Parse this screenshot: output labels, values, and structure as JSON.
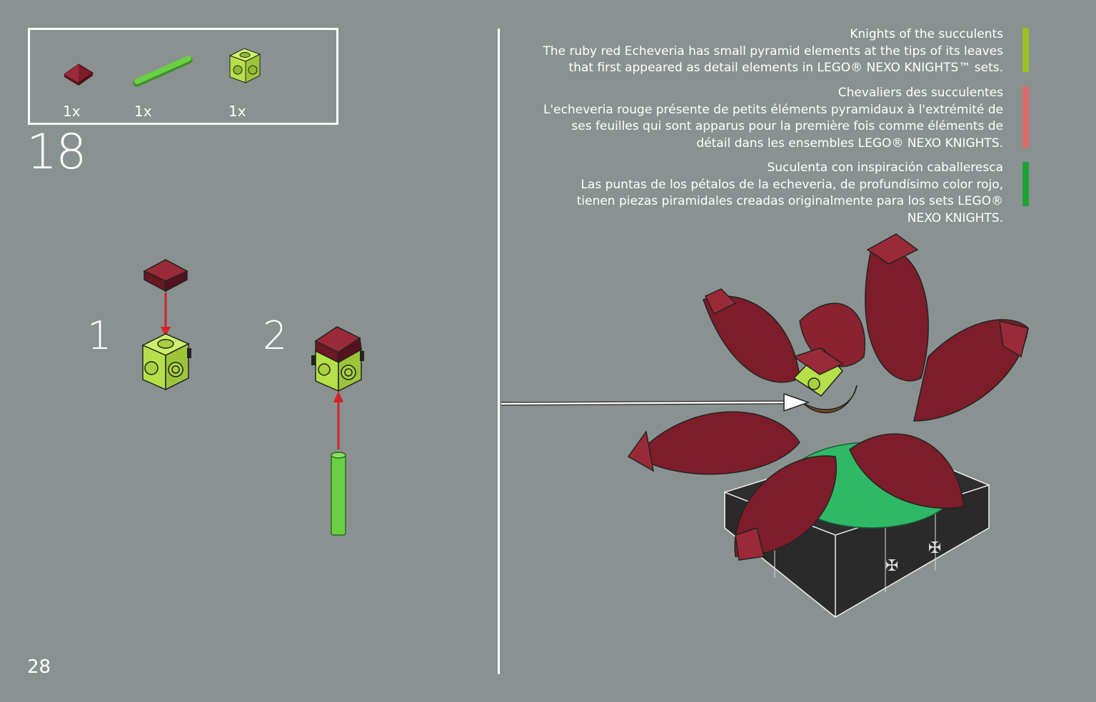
{
  "parts_list": {
    "items": [
      {
        "icon": "red-pyramid-tile-icon",
        "qty": "1x"
      },
      {
        "icon": "green-bar-icon",
        "qty": "1x"
      },
      {
        "icon": "lime-stud-brick-icon",
        "qty": "1x"
      }
    ]
  },
  "step": {
    "number": "18",
    "substeps": [
      "1",
      "2"
    ]
  },
  "page_number": "28",
  "info_blocks": [
    {
      "title": "Knights of the succulents",
      "body": "The ruby red Echeveria has small pyramid elements at the tips of its leaves that first appeared as detail elements in LEGO® NEXO KNIGHTS™ sets.",
      "color": "#9bc21e"
    },
    {
      "title": "Chevaliers des succulentes",
      "body": "L'echeveria rouge présente de petits éléments pyramidaux à l'extrémité de ses feuilles qui sont apparus pour la première fois comme éléments de détail dans les ensembles LEGO® NEXO KNIGHTS.",
      "color": "#e06a6a"
    },
    {
      "title": "Suculenta con inspiración caballeresca",
      "body": "Las puntas de los pétalos de la echeveria, de profundísimo color rojo, tienen piezas piramidales creadas originalmente para los sets LEGO® NEXO KNIGHTS.",
      "color": "#1aa336"
    }
  ],
  "colors": {
    "background": "#8a9191",
    "dark_red": "#7d1d2a",
    "lime": "#b6e04a",
    "green_bar": "#6ad043",
    "arrow_red": "#d2232a",
    "pot_black": "#2e2e2e",
    "plant_green": "#2fb865"
  }
}
